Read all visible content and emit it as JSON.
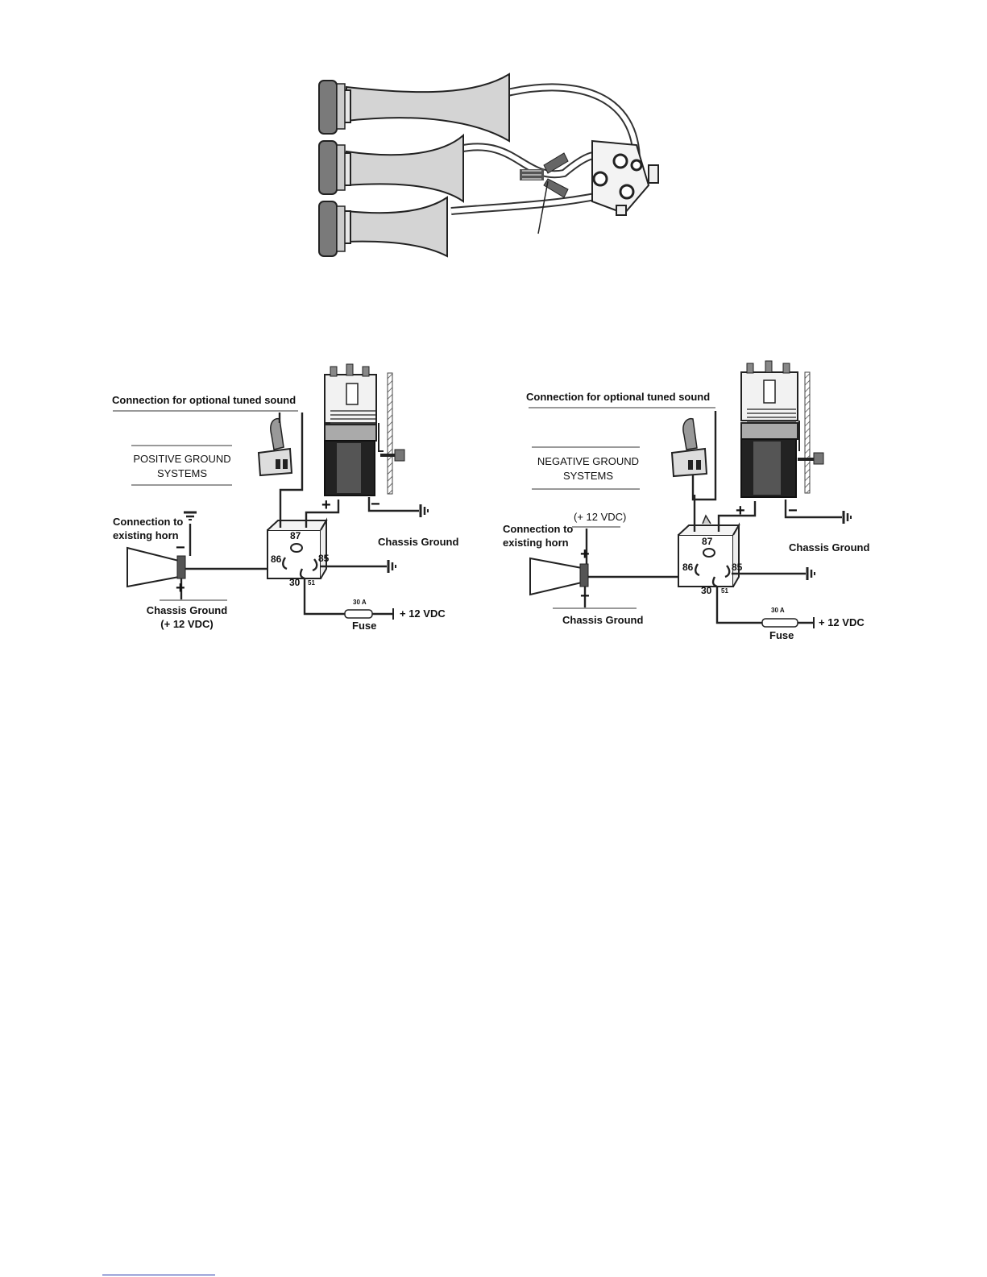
{
  "left_diagram": {
    "optional_connection": "Connection for optional tuned sound",
    "system_label_line1": "POSITIVE GROUND",
    "system_label_line2": "SYSTEMS",
    "horn_label_line1": "Connection to",
    "horn_label_line2": "existing horn",
    "minus": "−",
    "plus": "+",
    "horn_ground_line1": "Chassis Ground",
    "horn_ground_line2": "(+ 12 VDC)",
    "chassis_ground": "Chassis Ground",
    "pin_87": "87",
    "pin_86": "86",
    "pin_85": "85",
    "pin_30": "30",
    "pin_51": "51",
    "fuse_rating": "30 A",
    "fuse": "Fuse",
    "supply": "+ 12 VDC"
  },
  "right_diagram": {
    "optional_connection": "Connection for optional tuned sound",
    "system_label_line1": "NEGATIVE GROUND",
    "system_label_line2": "SYSTEMS",
    "horn_supply": "(+ 12 VDC)",
    "horn_label_line1": "Connection to",
    "horn_label_line2": "existing horn",
    "minus": "−",
    "plus": "+",
    "horn_ground": "Chassis Ground",
    "chassis_ground": "Chassis Ground",
    "pin_87": "87",
    "pin_86": "86",
    "pin_85": "85",
    "pin_30": "30",
    "pin_51": "51",
    "fuse_rating": "30 A",
    "fuse": "Fuse",
    "supply": "+ 12 VDC"
  }
}
